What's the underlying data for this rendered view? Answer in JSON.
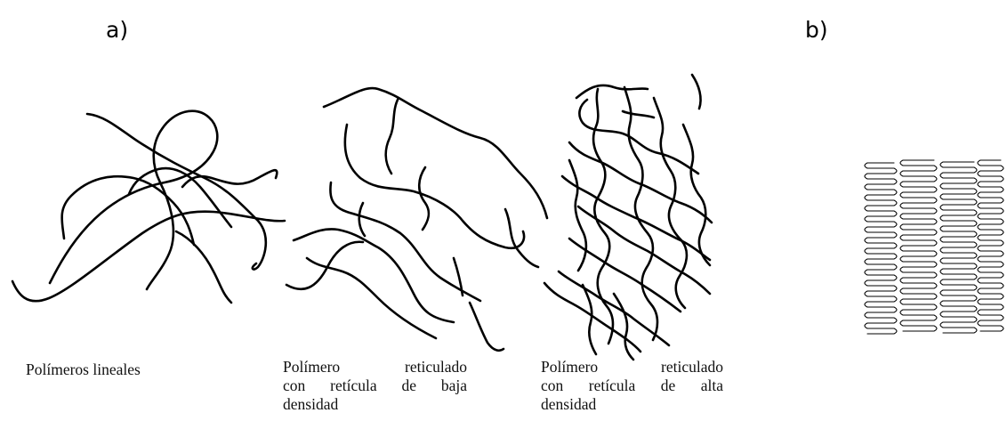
{
  "labels": {
    "a": "a)",
    "b": "b)"
  },
  "captions": {
    "linear": "Polímeros lineales",
    "low_density": {
      "line1": "Polímero reticulado",
      "line2": "con retícula de baja",
      "line3": "densidad"
    },
    "high_density": {
      "line1": "Polímero reticulado",
      "line2": "con retícula de alta",
      "line3": "densidad"
    }
  }
}
